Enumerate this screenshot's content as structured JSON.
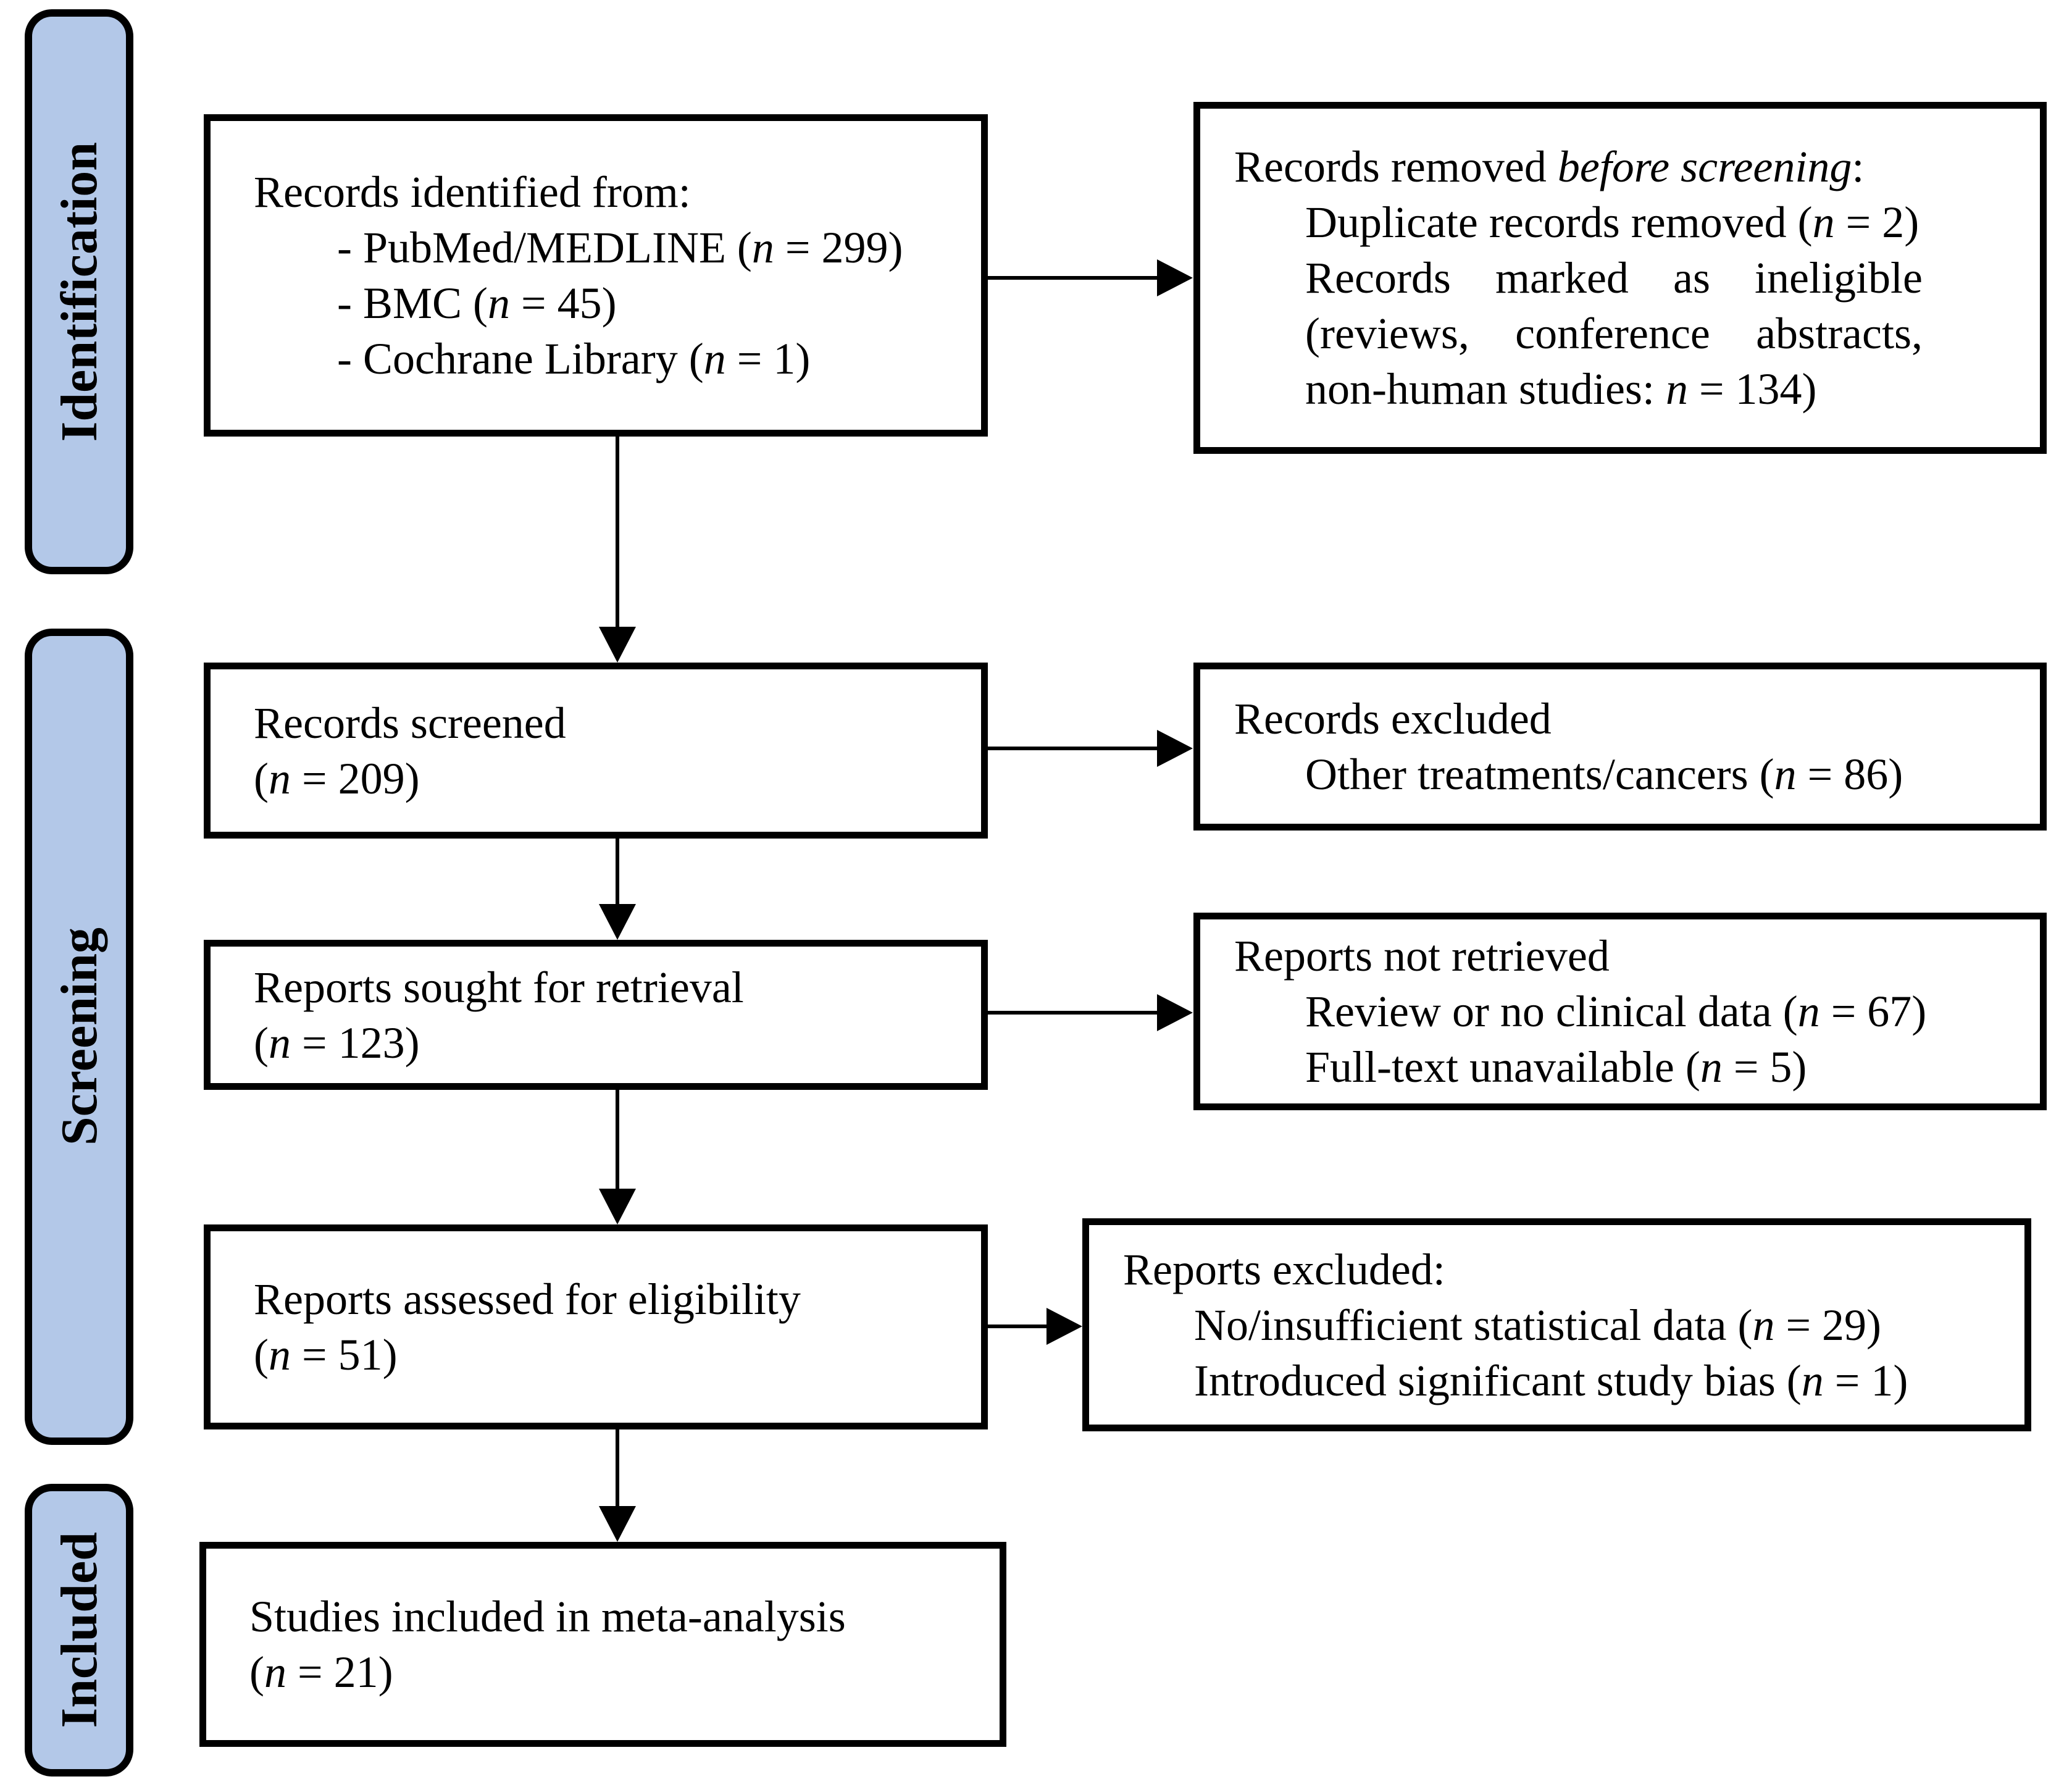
{
  "diagram_type": "PRISMA flow diagram",
  "colors": {
    "stage_fill": "#b3c8e8",
    "box_fill": "#ffffff",
    "border": "#000000"
  },
  "stages": [
    {
      "label": "Identification"
    },
    {
      "label": "Screening"
    },
    {
      "label": "Included"
    }
  ],
  "boxes": {
    "identified": {
      "title": "Records identified from:",
      "items": [
        "- PubMed/MEDLINE (*n* = 299)",
        "- BMC (*n* = 45)",
        "- Cochrane Library (*n* = 1)"
      ]
    },
    "removed": {
      "title": "Records removed *before screening*:",
      "items": [
        "Duplicate records removed (*n* = 2)",
        "Records marked as ineligible (reviews, conference abstracts, non-human studies: *n* = 134)"
      ]
    },
    "screened": {
      "title": "Records screened",
      "count": "(*n* = 209)"
    },
    "excluded": {
      "title": "Records excluded",
      "items": [
        "Other treatments/cancers (*n* = 86)"
      ]
    },
    "sought": {
      "title": "Reports sought for retrieval",
      "count": "(*n* = 123)"
    },
    "not_retrieved": {
      "title": "Reports not retrieved",
      "items": [
        "Review or no clinical data (*n* = 67)",
        "Full-text unavailable (*n* = 5)"
      ]
    },
    "assessed": {
      "title": "Reports assessed for eligibility",
      "count": "(*n* = 51)"
    },
    "reports_excluded": {
      "title": "Reports excluded:",
      "items": [
        "No/insufficient statistical data (*n* = 29)",
        "Introduced significant study bias (*n* = 1)"
      ]
    },
    "included_studies": {
      "title": "Studies included in meta-analysis",
      "count": "(*n* = 21)"
    }
  }
}
